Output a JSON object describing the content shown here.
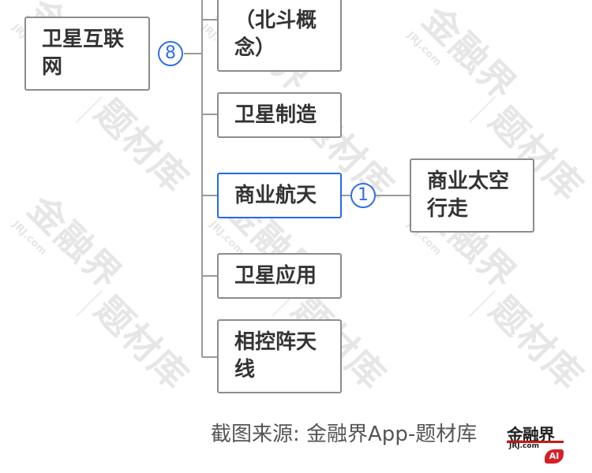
{
  "nodes": {
    "satellite_internet": "卫星互联网",
    "beidou_concept": "（北斗概念）",
    "satellite_manufacturing": "卫星制造",
    "commercial_aerospace": "商业航天",
    "satellite_application": "卫星应用",
    "phased_array_antenna": "相控阵天线",
    "commercial_space_walk": "商业太空行走"
  },
  "badges": {
    "satellite_internet_count": "8",
    "commercial_aerospace_count": "1"
  },
  "caption": "截图来源: 金融界App-题材库",
  "logo": {
    "main": "金融界",
    "sub": "JRJ.com",
    "ai": "AI"
  },
  "watermark": {
    "brand": "金融界",
    "brand_sub": "JRJ.com",
    "library": "题材库"
  },
  "colors": {
    "active_border": "#2468f2",
    "badge": "#2f6fe6",
    "node_border": "#8c8c8c",
    "logo_red": "#d41f26"
  }
}
